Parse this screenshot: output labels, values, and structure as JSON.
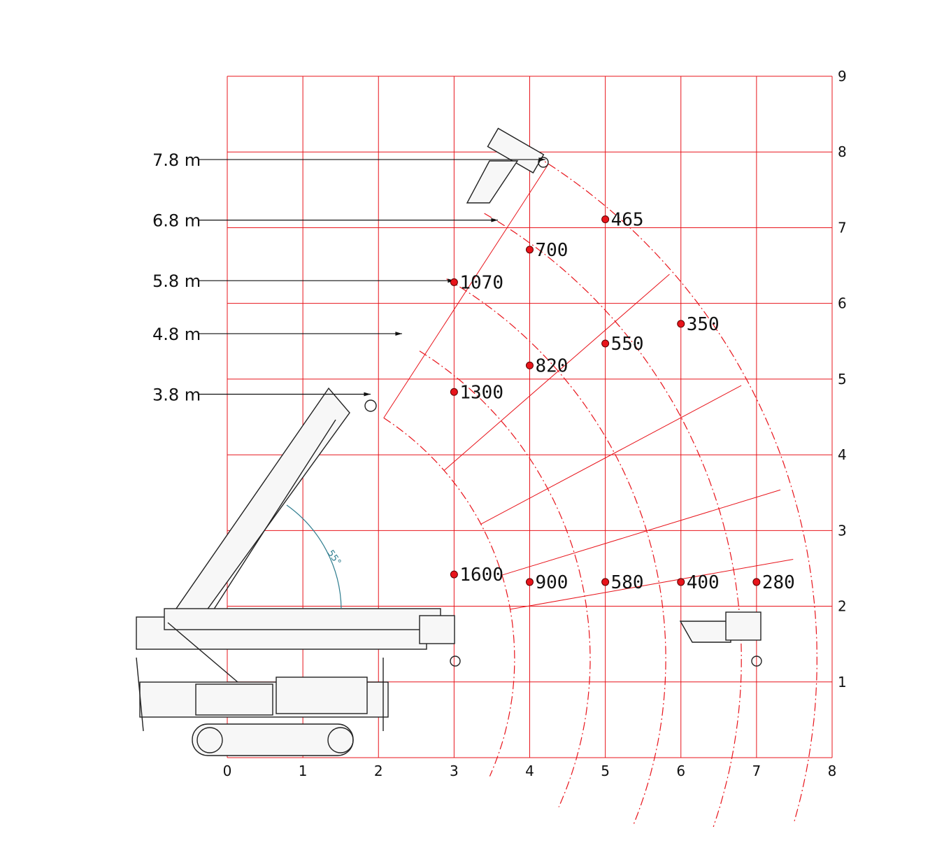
{
  "chart_data": {
    "type": "scatter",
    "x_ticks": [
      "0",
      "1",
      "2",
      "3",
      "4",
      "5",
      "6",
      "7",
      "8"
    ],
    "y_ticks": [
      "1",
      "2",
      "3",
      "4",
      "5",
      "6",
      "7",
      "8",
      "9"
    ],
    "xlim": [
      0,
      8
    ],
    "ylim": [
      0,
      9
    ],
    "grid": true,
    "boom_lengths": [
      "3.8 m",
      "4.8 m",
      "5.8 m",
      "6.8 m",
      "7.8 m"
    ],
    "boom_tip_heights": [
      4.8,
      5.6,
      6.3,
      7.1,
      7.9
    ],
    "arcs": [
      {
        "radius": 3.8,
        "start_deg": 57,
        "end_deg": -24
      },
      {
        "radius": 4.8,
        "start_deg": 58,
        "end_deg": -24
      },
      {
        "radius": 5.8,
        "start_deg": 60,
        "end_deg": -22
      },
      {
        "radius": 6.8,
        "start_deg": 60,
        "end_deg": -19
      },
      {
        "radius": 7.8,
        "start_deg": 60,
        "end_deg": -16
      }
    ],
    "arc_center": [
      0,
      1.3
    ],
    "angle_label": "55°",
    "points": [
      {
        "x": 3.0,
        "y": 2.42,
        "label": "1600"
      },
      {
        "x": 4.0,
        "y": 2.32,
        "label": "900"
      },
      {
        "x": 5.0,
        "y": 2.32,
        "label": "580"
      },
      {
        "x": 6.0,
        "y": 2.32,
        "label": "400"
      },
      {
        "x": 7.0,
        "y": 2.32,
        "label": "280"
      },
      {
        "x": 3.0,
        "y": 4.83,
        "label": "1300"
      },
      {
        "x": 4.0,
        "y": 5.18,
        "label": "820"
      },
      {
        "x": 5.0,
        "y": 5.47,
        "label": "550"
      },
      {
        "x": 6.0,
        "y": 5.73,
        "label": "350"
      },
      {
        "x": 3.0,
        "y": 6.28,
        "label": "1070"
      },
      {
        "x": 4.0,
        "y": 6.71,
        "label": "700"
      },
      {
        "x": 5.0,
        "y": 7.11,
        "label": "465"
      }
    ],
    "point_color": "#e8141b",
    "grid_color": "#e8141b"
  }
}
